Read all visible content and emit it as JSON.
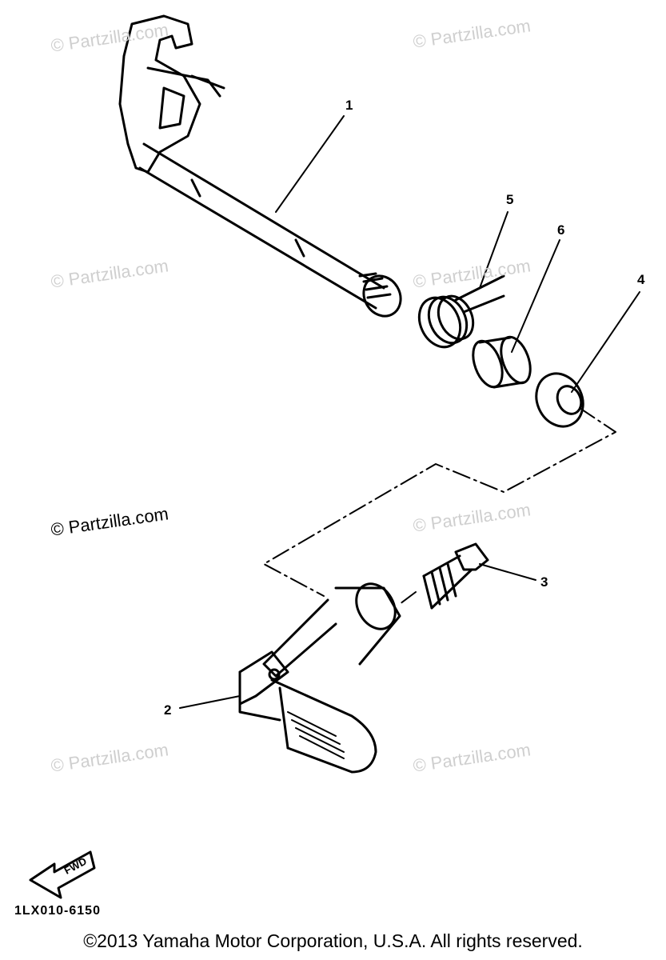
{
  "watermarks": [
    "© Partzilla.com",
    "© Partzilla.com",
    "© Partzilla.com",
    "© Partzilla.com",
    "© Partzilla.com",
    "© Partzilla.com",
    "© Partzilla.com",
    "© Partzilla.com"
  ],
  "callouts": [
    "1",
    "2",
    "3",
    "4",
    "5",
    "6"
  ],
  "fwd_label": "FWD",
  "diagram_code": "1LX010-6150",
  "copyright": "©2013  Yamaha Motor Corporation, U.S.A. All rights reserved."
}
